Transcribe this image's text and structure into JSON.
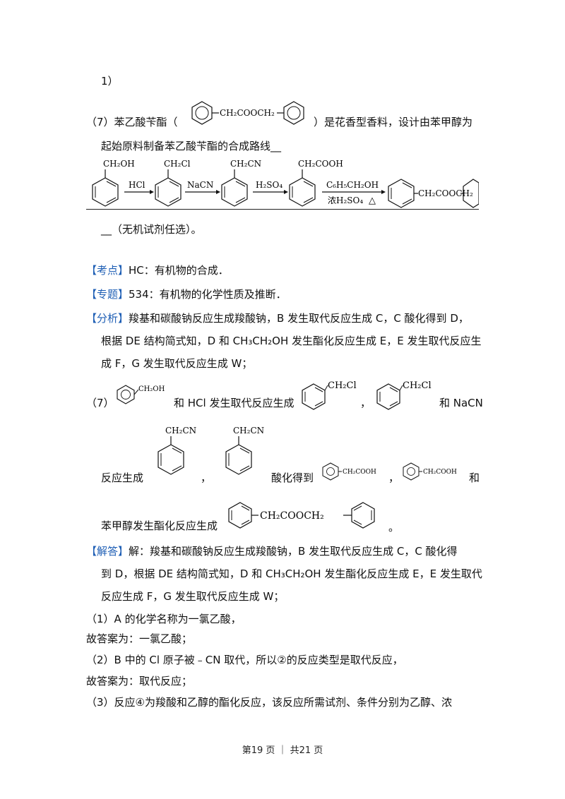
{
  "lines": {
    "l1": "1）",
    "q7a": "（7）苯乙酸苄酯（",
    "q7b": "）是花香型香料，设计由苯甲醇为",
    "q7c": "起始原料制备苯乙酸苄酯的合成路线",
    "q7d": "（无机试剂任选）。",
    "kaodian_tag": "【考点】",
    "kaodian_text": "HC：有机物的合成．",
    "zhuanti_tag": "【专题】",
    "zhuanti_text": "534：有机物的化学性质及推断．",
    "fenxi_tag": "【分析】",
    "fenxi_1": "羧基和碳酸钠反应生成羧酸钠，B 发生取代反应生成 C，C 酸化得到 D，",
    "fenxi_2": "根据 DE 结构简式知，D 和 CH₃CH₂OH 发生酯化反应生成 E，E 发生取代反应生",
    "fenxi_3": "成 F，G 发生取代反应生成 W；",
    "a7_prefix": "（7）",
    "a7_mid1": "和 HCl 发生取代反应生成",
    "a7_comma1": "，",
    "a7_mid2": "和 NaCN",
    "a7_l2a": "反应生成",
    "a7_comma2": "，",
    "a7_l2b": "酸化得到",
    "a7_comma3": "，",
    "a7_l2c": "和",
    "a7_l3a": "苯甲醇发生酯化反应生成",
    "a7_l3b": "。",
    "jieda_tag": "【解答】",
    "jieda_1": "解：羧基和碳酸钠反应生成羧酸钠，B 发生取代反应生成 C，C 酸化得",
    "jieda_2": "到 D，根据 DE 结构简式知，D 和 CH₃CH₂OH 发生酯化反应生成 E，E 发生取代",
    "jieda_3": "反应生成 F，G 发生取代反应生成 W；",
    "a1": "（1）A 的化学名称为一氯乙酸，",
    "a1_ans": "故答案为：一氯乙酸；",
    "a2": "（2）B 中的 Cl 原子被﹣CN 取代，所以②的反应类型是取代反应，",
    "a2_ans": "故答案为：取代反应；",
    "a3": "（3）反应④为羧酸和乙醇的酯化反应，该反应所需试剂、条件分别为乙醇、浓"
  },
  "chem": {
    "ester": "CH₂COOCH₂",
    "ch2oh": "CH₂OH",
    "ch2cl": "CH₂Cl",
    "ch2cn": "CH₂CN",
    "ch2cooh": "CH₂COOH",
    "hcl": "HCl",
    "nacn": "NaCN",
    "h2so4": "H₂SO₄",
    "c6h5ch2oh": "C₆H₅CH₂OH",
    "conc_h2so4": "浓H₂SO₄",
    "delta": "△"
  },
  "footer": "第19 页 ｜ 共21 页",
  "colors": {
    "tag": "#1f5fb5"
  }
}
